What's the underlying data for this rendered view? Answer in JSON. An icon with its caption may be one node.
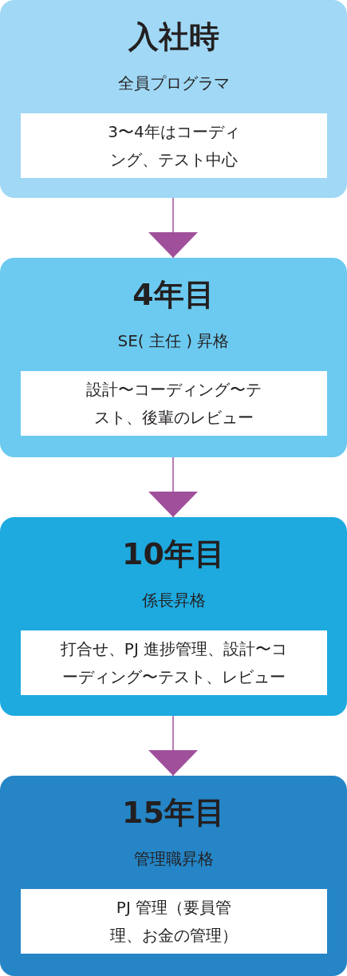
{
  "diagram": {
    "nodes": [
      {
        "text": [
          "入社時",
          "全員プログラマ"
        ]
      },
      {
        "text": [
          "3〜4年はコーディング、テスト中心"
        ],
        "in": 0
      },
      {
        "text": [
          "4年目",
          "SE( 主任 ) 昇格"
        ]
      },
      {
        "text": [
          "設計〜コーディング〜テスト、後輩のレビュー"
        ],
        "in": 2
      },
      {
        "text": [
          "10年目",
          "係長昇格"
        ]
      },
      {
        "text": [
          "打合せ、PJ 進捗管理、設計〜コーディング〜テスト、レビュー"
        ],
        "in": 4
      },
      {
        "text": [
          "15年目",
          "管理職昇格"
        ]
      },
      {
        "text": [
          "PJ 管理（要員管理、お金の管理）"
        ],
        "in": 6
      }
    ],
    "edges": [
      {
        "from": 0,
        "to": 2,
        "arrow": "to"
      },
      {
        "from": 2,
        "to": 4,
        "arrow": "to"
      },
      {
        "from": 4,
        "to": 6,
        "arrow": "to"
      }
    ]
  }
}
